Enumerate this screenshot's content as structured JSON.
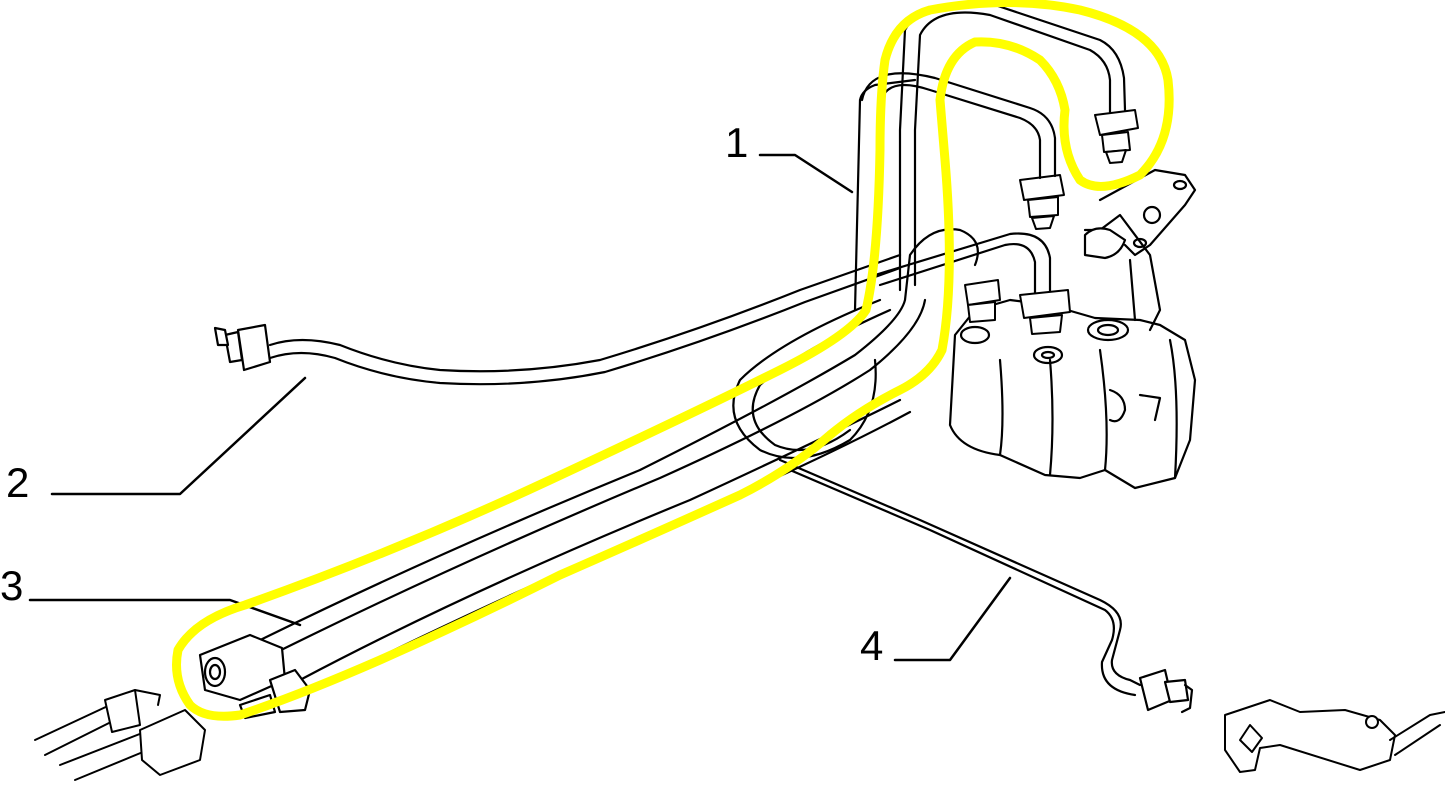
{
  "callouts": [
    {
      "id": "1",
      "label": "1"
    },
    {
      "id": "2",
      "label": "2"
    },
    {
      "id": "3",
      "label": "3"
    },
    {
      "id": "4",
      "label": "4"
    }
  ],
  "colors": {
    "line": "#000000",
    "highlight": "#ffff00",
    "background": "#ffffff"
  }
}
